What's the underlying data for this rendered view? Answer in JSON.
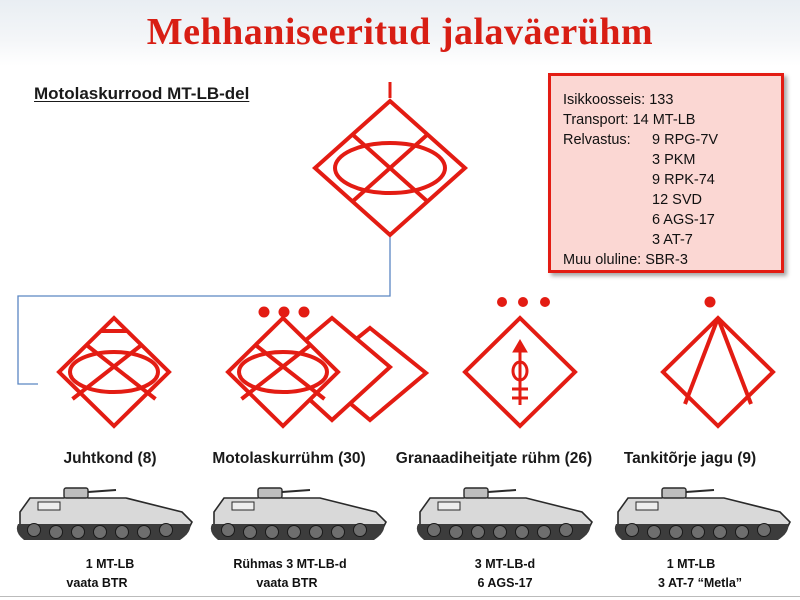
{
  "title": "Mehhaniseeritud jalaväerühm",
  "subtitle": "Motolaskurrood MT-LB-del",
  "info": {
    "personnel": "Isikkoosseis: 133",
    "transport": "Transport: 14 MT-LB",
    "weapons_label": "Relvastus:",
    "weapons": [
      "9 RPG-7V",
      "3 PKM",
      "9 RPK-74",
      "12 SVD",
      "6 AGS-17",
      "3 AT-7"
    ],
    "other": "Muu oluline: SBR-3"
  },
  "units": [
    {
      "label": "Juhtkond (8)",
      "caption1": "1 MT-LB",
      "caption2": "vaata BTR"
    },
    {
      "label": "Motolaskurrühm (30)",
      "caption1": "Rühmas 3 MT-LB-d",
      "caption2": "vaata BTR"
    },
    {
      "label": "Granaadiheitjate rühm (26)",
      "caption1": "3 MT-LB-d",
      "caption2": "6 AGS-17"
    },
    {
      "label": "Tankitõrje jagu (9)",
      "caption1": "1 MT-LB",
      "caption2": "3 AT-7 “Metla”"
    }
  ],
  "colors": {
    "symbol": "#e31c13",
    "connector": "#5b86c2",
    "info_bg": "#fbd7d3"
  }
}
